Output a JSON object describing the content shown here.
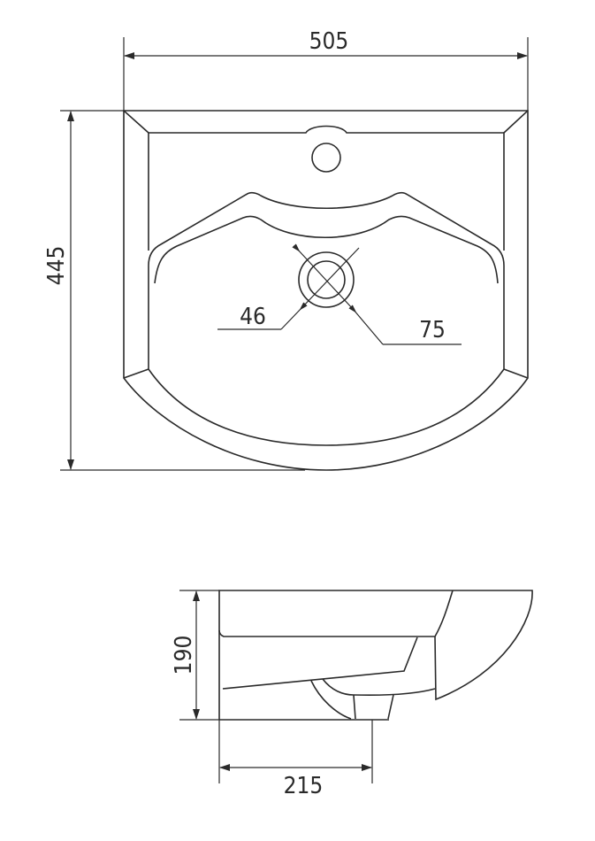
{
  "top_view": {
    "width_label": "505",
    "depth_label": "445",
    "drain_inner_label": "46",
    "drain_outer_label": "75"
  },
  "side_view": {
    "height_label": "190",
    "drain_offset_label": "215"
  },
  "colors": {
    "line": "#2a2a2a",
    "background": "#ffffff"
  }
}
